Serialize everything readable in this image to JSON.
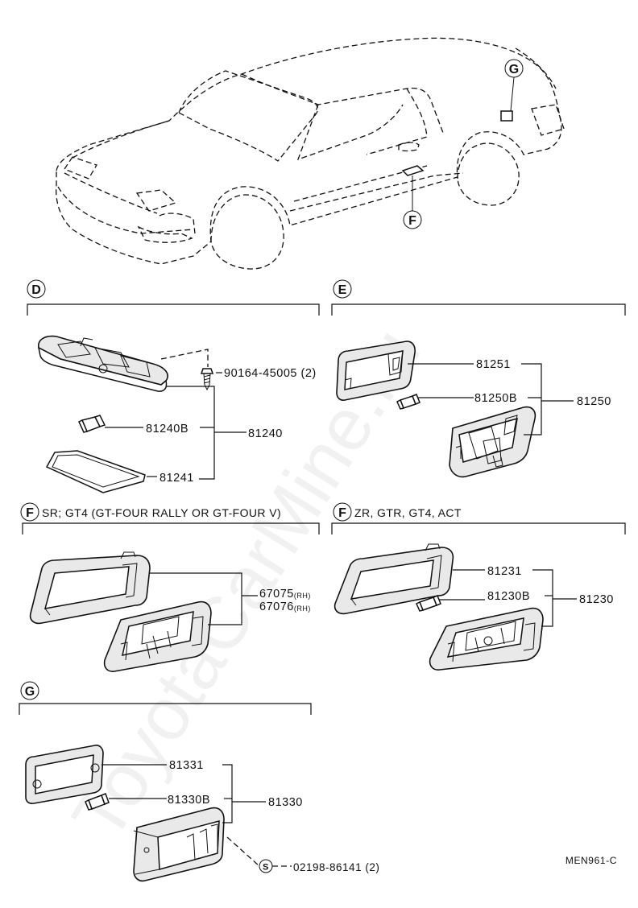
{
  "sections": {
    "D": {
      "marker": "D",
      "labels": {
        "screw": "90164-45005 (2)",
        "bulb": "81240B",
        "assy": "81240",
        "lens": "81241"
      }
    },
    "E": {
      "marker": "E",
      "labels": {
        "lens": "81251",
        "bulb": "81250B",
        "assy": "81250"
      }
    },
    "F1": {
      "marker": "F",
      "header": "SR; GT4 (GT-FOUR RALLY OR GT-FOUR V)",
      "labels": {
        "rh": "67075",
        "rh_suffix": "(RH)",
        "lh": "67076",
        "lh_suffix": "(RH)"
      }
    },
    "F2": {
      "marker": "F",
      "header": "ZR, GTR, GT4, ACT",
      "labels": {
        "lens": "81231",
        "bulb": "81230B",
        "assy": "81230"
      }
    },
    "G": {
      "marker": "G",
      "labels": {
        "lens": "81331",
        "bulb": "81330B",
        "assy": "81330",
        "screw_marker": "S",
        "screw": "02198-86141 (2)"
      }
    }
  },
  "car_markers": {
    "G": "G",
    "F": "F"
  },
  "drawing_code": "MEN961-C",
  "watermark": "ToyotaCarMine.ru"
}
